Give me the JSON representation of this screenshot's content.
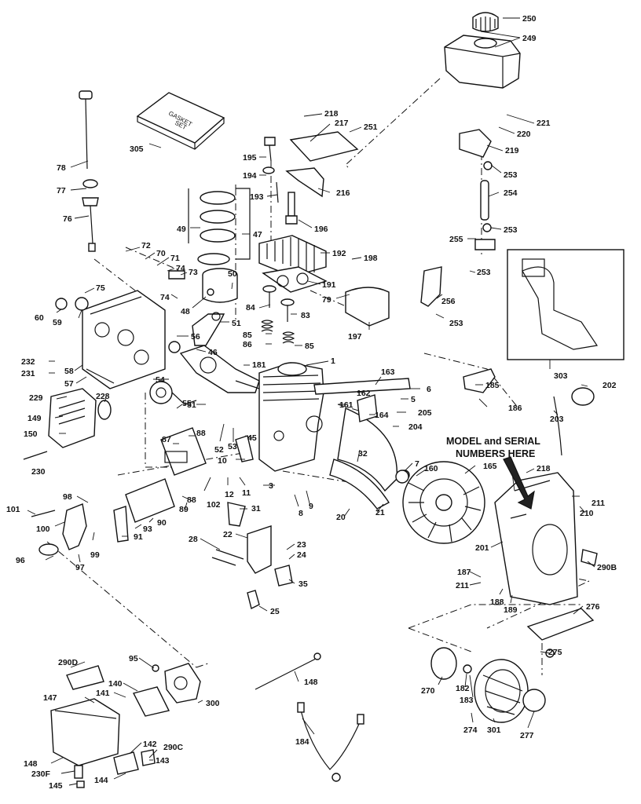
{
  "note": {
    "line1": "MODEL and SERIAL",
    "line2": "NUMBERS HERE"
  },
  "gasket_set_text": {
    "line1": "GASKET",
    "line2": "SET"
  },
  "labels": [
    {
      "id": "250",
      "t": "250"
    },
    {
      "id": "249",
      "t": "249"
    },
    {
      "id": "218a",
      "t": "218"
    },
    {
      "id": "217",
      "t": "217"
    },
    {
      "id": "251",
      "t": "251"
    },
    {
      "id": "221",
      "t": "221"
    },
    {
      "id": "220",
      "t": "220"
    },
    {
      "id": "219",
      "t": "219"
    },
    {
      "id": "305",
      "t": "305"
    },
    {
      "id": "195",
      "t": "195"
    },
    {
      "id": "78",
      "t": "78"
    },
    {
      "id": "194",
      "t": "194"
    },
    {
      "id": "216",
      "t": "216"
    },
    {
      "id": "253a",
      "t": "253"
    },
    {
      "id": "77",
      "t": "77"
    },
    {
      "id": "193",
      "t": "193"
    },
    {
      "id": "254",
      "t": "254"
    },
    {
      "id": "76",
      "t": "76"
    },
    {
      "id": "196",
      "t": "196"
    },
    {
      "id": "253b",
      "t": "253"
    },
    {
      "id": "49",
      "t": "49"
    },
    {
      "id": "47",
      "t": "47"
    },
    {
      "id": "255",
      "t": "255"
    },
    {
      "id": "72",
      "t": "72"
    },
    {
      "id": "192",
      "t": "192"
    },
    {
      "id": "198",
      "t": "198"
    },
    {
      "id": "70",
      "t": "70"
    },
    {
      "id": "71",
      "t": "71"
    },
    {
      "id": "74a",
      "t": "74"
    },
    {
      "id": "73",
      "t": "73"
    },
    {
      "id": "50",
      "t": "50"
    },
    {
      "id": "253c",
      "t": "253"
    },
    {
      "id": "191",
      "t": "191"
    },
    {
      "id": "75",
      "t": "75"
    },
    {
      "id": "74b",
      "t": "74"
    },
    {
      "id": "79",
      "t": "79"
    },
    {
      "id": "256",
      "t": "256"
    },
    {
      "id": "84",
      "t": "84"
    },
    {
      "id": "60",
      "t": "60"
    },
    {
      "id": "59",
      "t": "59"
    },
    {
      "id": "48",
      "t": "48"
    },
    {
      "id": "83",
      "t": "83"
    },
    {
      "id": "253d",
      "t": "253"
    },
    {
      "id": "51a",
      "t": "51"
    },
    {
      "id": "197",
      "t": "197"
    },
    {
      "id": "56",
      "t": "56"
    },
    {
      "id": "85a",
      "t": "85"
    },
    {
      "id": "86",
      "t": "86"
    },
    {
      "id": "85b",
      "t": "85"
    },
    {
      "id": "46",
      "t": "46"
    },
    {
      "id": "232",
      "t": "232"
    },
    {
      "id": "231",
      "t": "231"
    },
    {
      "id": "58",
      "t": "58"
    },
    {
      "id": "1",
      "t": "1"
    },
    {
      "id": "181",
      "t": "181"
    },
    {
      "id": "303",
      "t": "303"
    },
    {
      "id": "57",
      "t": "57"
    },
    {
      "id": "54",
      "t": "54"
    },
    {
      "id": "163",
      "t": "163"
    },
    {
      "id": "185",
      "t": "185"
    },
    {
      "id": "202",
      "t": "202"
    },
    {
      "id": "229",
      "t": "229"
    },
    {
      "id": "228",
      "t": "228"
    },
    {
      "id": "6",
      "t": "6"
    },
    {
      "id": "162",
      "t": "162"
    },
    {
      "id": "5",
      "t": "5"
    },
    {
      "id": "186",
      "t": "186"
    },
    {
      "id": "55",
      "t": "55"
    },
    {
      "id": "51b",
      "t": "51"
    },
    {
      "id": "161",
      "t": "161"
    },
    {
      "id": "203",
      "t": "203"
    },
    {
      "id": "149",
      "t": "149"
    },
    {
      "id": "164",
      "t": "164"
    },
    {
      "id": "205",
      "t": "205"
    },
    {
      "id": "150",
      "t": "150"
    },
    {
      "id": "204",
      "t": "204"
    },
    {
      "id": "88a",
      "t": "88"
    },
    {
      "id": "87",
      "t": "87"
    },
    {
      "id": "52",
      "t": "52"
    },
    {
      "id": "53",
      "t": "53"
    },
    {
      "id": "45",
      "t": "45"
    },
    {
      "id": "230",
      "t": "230"
    },
    {
      "id": "32",
      "t": "32"
    },
    {
      "id": "7",
      "t": "7"
    },
    {
      "id": "160",
      "t": "160"
    },
    {
      "id": "165",
      "t": "165"
    },
    {
      "id": "10",
      "t": "10"
    },
    {
      "id": "218b",
      "t": "218"
    },
    {
      "id": "12",
      "t": "12"
    },
    {
      "id": "11",
      "t": "11"
    },
    {
      "id": "88b",
      "t": "88"
    },
    {
      "id": "3",
      "t": "3"
    },
    {
      "id": "89",
      "t": "89"
    },
    {
      "id": "102",
      "t": "102"
    },
    {
      "id": "98",
      "t": "98"
    },
    {
      "id": "211a",
      "t": "211"
    },
    {
      "id": "101",
      "t": "101"
    },
    {
      "id": "210",
      "t": "210"
    },
    {
      "id": "8",
      "t": "8"
    },
    {
      "id": "9",
      "t": "9"
    },
    {
      "id": "90",
      "t": "90"
    },
    {
      "id": "31",
      "t": "31"
    },
    {
      "id": "100",
      "t": "100"
    },
    {
      "id": "20",
      "t": "20"
    },
    {
      "id": "21",
      "t": "21"
    },
    {
      "id": "93",
      "t": "93"
    },
    {
      "id": "91",
      "t": "91"
    },
    {
      "id": "22",
      "t": "22"
    },
    {
      "id": "99",
      "t": "99"
    },
    {
      "id": "201",
      "t": "201"
    },
    {
      "id": "28",
      "t": "28"
    },
    {
      "id": "23",
      "t": "23"
    },
    {
      "id": "96",
      "t": "96"
    },
    {
      "id": "97",
      "t": "97"
    },
    {
      "id": "24",
      "t": "24"
    },
    {
      "id": "290B",
      "t": "290B"
    },
    {
      "id": "187",
      "t": "187"
    },
    {
      "id": "211b",
      "t": "211"
    },
    {
      "id": "35",
      "t": "35"
    },
    {
      "id": "188",
      "t": "188"
    },
    {
      "id": "189",
      "t": "189"
    },
    {
      "id": "25",
      "t": "25"
    },
    {
      "id": "276",
      "t": "276"
    },
    {
      "id": "95",
      "t": "95"
    },
    {
      "id": "275",
      "t": "275"
    },
    {
      "id": "290D",
      "t": "290D"
    },
    {
      "id": "148a",
      "t": "148"
    },
    {
      "id": "140",
      "t": "140"
    },
    {
      "id": "300",
      "t": "300"
    },
    {
      "id": "270",
      "t": "270"
    },
    {
      "id": "182",
      "t": "182"
    },
    {
      "id": "147",
      "t": "147"
    },
    {
      "id": "141",
      "t": "141"
    },
    {
      "id": "183",
      "t": "183"
    },
    {
      "id": "184",
      "t": "184"
    },
    {
      "id": "274",
      "t": "274"
    },
    {
      "id": "301",
      "t": "301"
    },
    {
      "id": "277",
      "t": "277"
    },
    {
      "id": "142",
      "t": "142"
    },
    {
      "id": "290C",
      "t": "290C"
    },
    {
      "id": "148b",
      "t": "148"
    },
    {
      "id": "143",
      "t": "143"
    },
    {
      "id": "230F",
      "t": "230F"
    },
    {
      "id": "144",
      "t": "144"
    },
    {
      "id": "145",
      "t": "145"
    }
  ]
}
